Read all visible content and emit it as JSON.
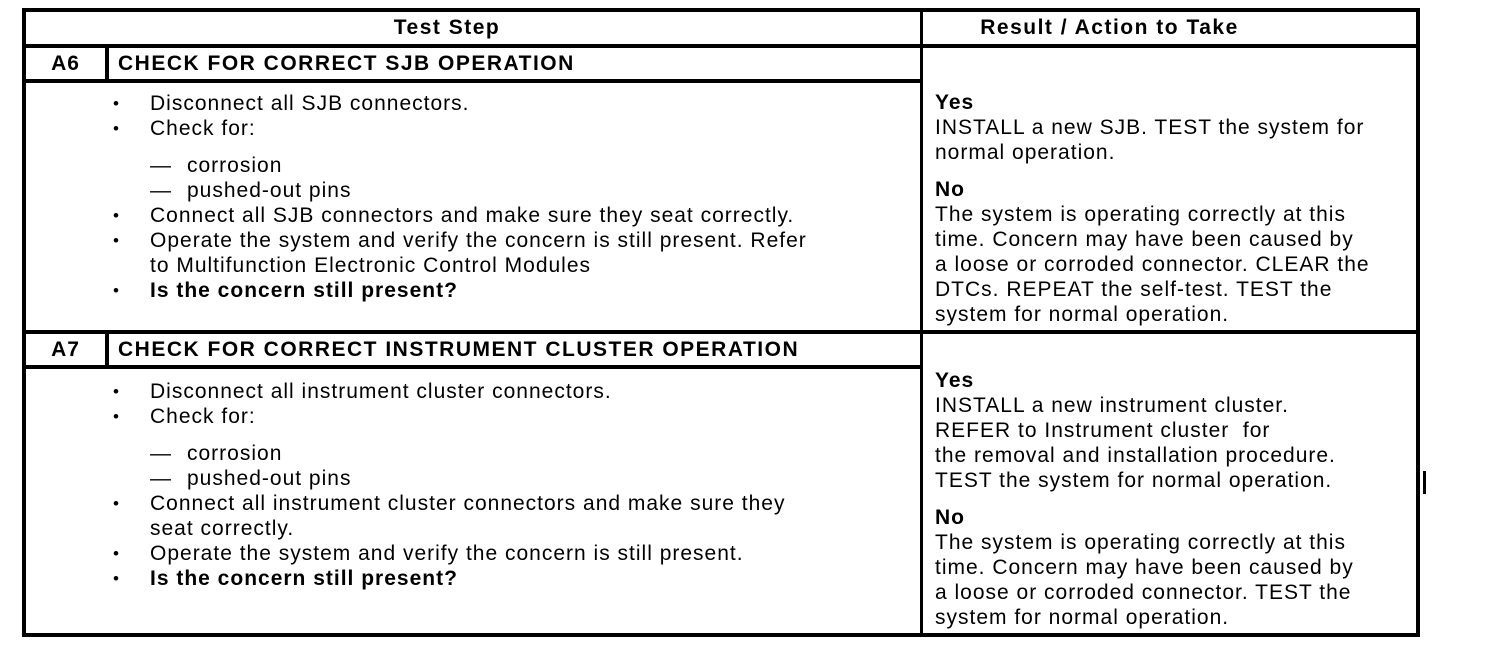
{
  "glyphs": {
    "bullet": "•",
    "dash": "—"
  },
  "colors": {
    "border": "#000000",
    "text": "#000000",
    "background": "#ffffff"
  },
  "table": {
    "headers": {
      "test_step": "Test Step",
      "result": "Result / Action to Take"
    },
    "rows": [
      {
        "id": "A6",
        "title": "CHECK FOR CORRECT SJB OPERATION",
        "steps": [
          {
            "marker": "bullet",
            "text": "Disconnect all SJB connectors."
          },
          {
            "marker": "bullet",
            "text": "Check for:"
          },
          {
            "marker": "dash",
            "text": "corrosion"
          },
          {
            "marker": "dash",
            "text": "pushed-out pins"
          },
          {
            "marker": "bullet",
            "text": "Connect all SJB connectors and make sure they seat correctly."
          },
          {
            "marker": "bullet",
            "text": "Operate the system and verify the concern is still present. Refer\nto Multifunction Electronic Control Modules"
          },
          {
            "marker": "bullet",
            "text": "Is the concern still present?",
            "bold": true
          }
        ],
        "results": [
          {
            "label": "Yes",
            "text": "INSTALL a new SJB. TEST the system for\nnormal operation."
          },
          {
            "label": "No",
            "text": "The system is operating correctly at this\ntime. Concern may have been caused by\na loose or corroded connector. CLEAR the\nDTCs. REPEAT the self-test. TEST the\nsystem for normal operation."
          }
        ]
      },
      {
        "id": "A7",
        "title": "CHECK FOR CORRECT INSTRUMENT CLUSTER OPERATION",
        "steps": [
          {
            "marker": "bullet",
            "text": "Disconnect all instrument cluster connectors."
          },
          {
            "marker": "bullet",
            "text": "Check for:"
          },
          {
            "marker": "dash",
            "text": "corrosion"
          },
          {
            "marker": "dash",
            "text": "pushed-out pins"
          },
          {
            "marker": "bullet",
            "text": "Connect all instrument cluster connectors and make sure they\nseat correctly."
          },
          {
            "marker": "bullet",
            "text": "Operate the system and verify the concern is still present."
          },
          {
            "marker": "bullet",
            "text": "Is the concern still present?",
            "bold": true
          }
        ],
        "results": [
          {
            "label": "Yes",
            "text": "INSTALL a new instrument cluster.\nREFER to Instrument cluster  for\nthe removal and installation procedure.\nTEST the system for normal operation."
          },
          {
            "label": "No",
            "text": "The system is operating correctly at this\ntime. Concern may have been caused by\na loose or corroded connector. TEST the\nsystem for normal operation."
          }
        ]
      }
    ]
  }
}
